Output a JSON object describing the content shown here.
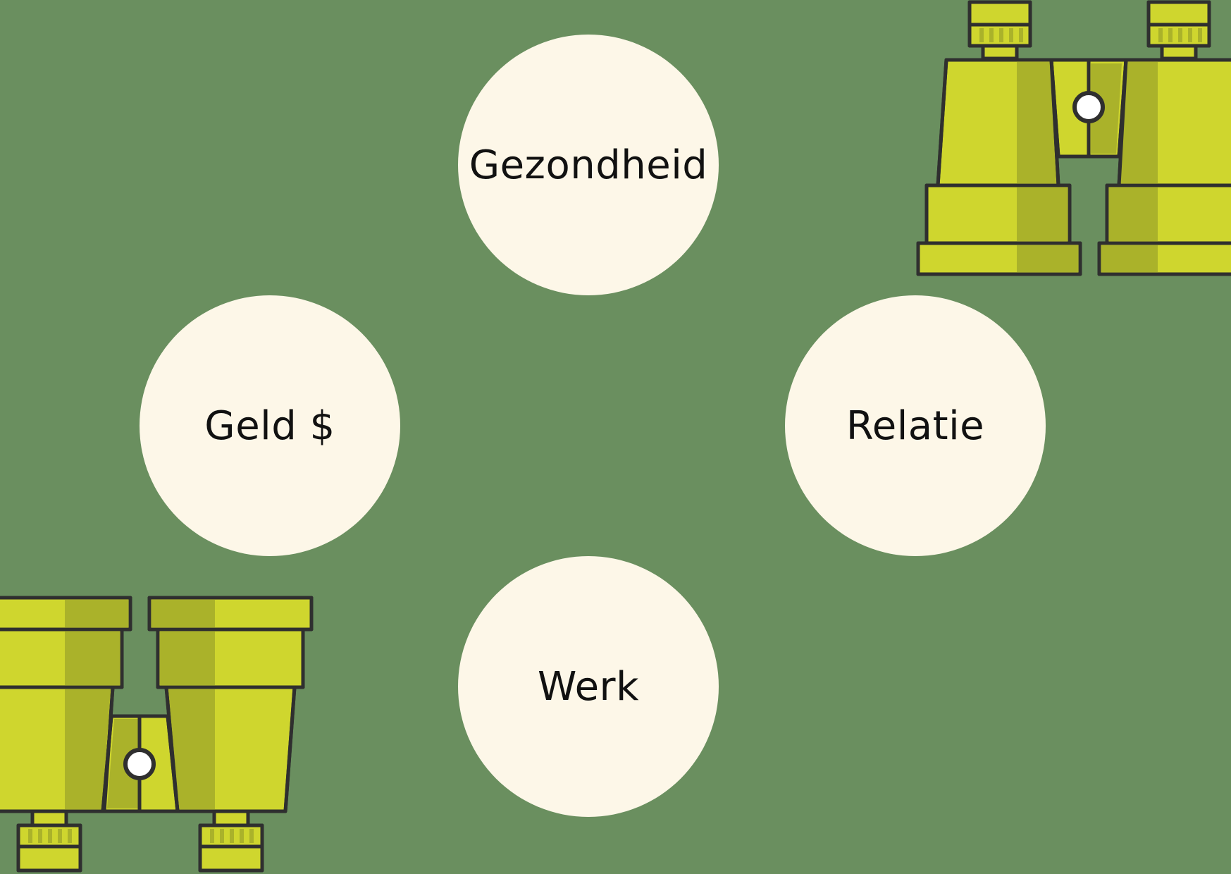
{
  "colors": {
    "background": "#6a8f5f",
    "circle_fill": "#fdf7e8",
    "text": "#111111",
    "binocular_light": "#cfd62e",
    "binocular_dark": "#aab22a",
    "binocular_outline": "#2f2f2f",
    "binocular_knob": "#ffffff"
  },
  "circles": {
    "top": {
      "label": "Gezondheid"
    },
    "left": {
      "label": "Geld $"
    },
    "right": {
      "label": "Relatie"
    },
    "bottom": {
      "label": "Werk"
    }
  },
  "decorations": {
    "top_right": "binoculars-icon",
    "bottom_left": "binoculars-icon"
  }
}
